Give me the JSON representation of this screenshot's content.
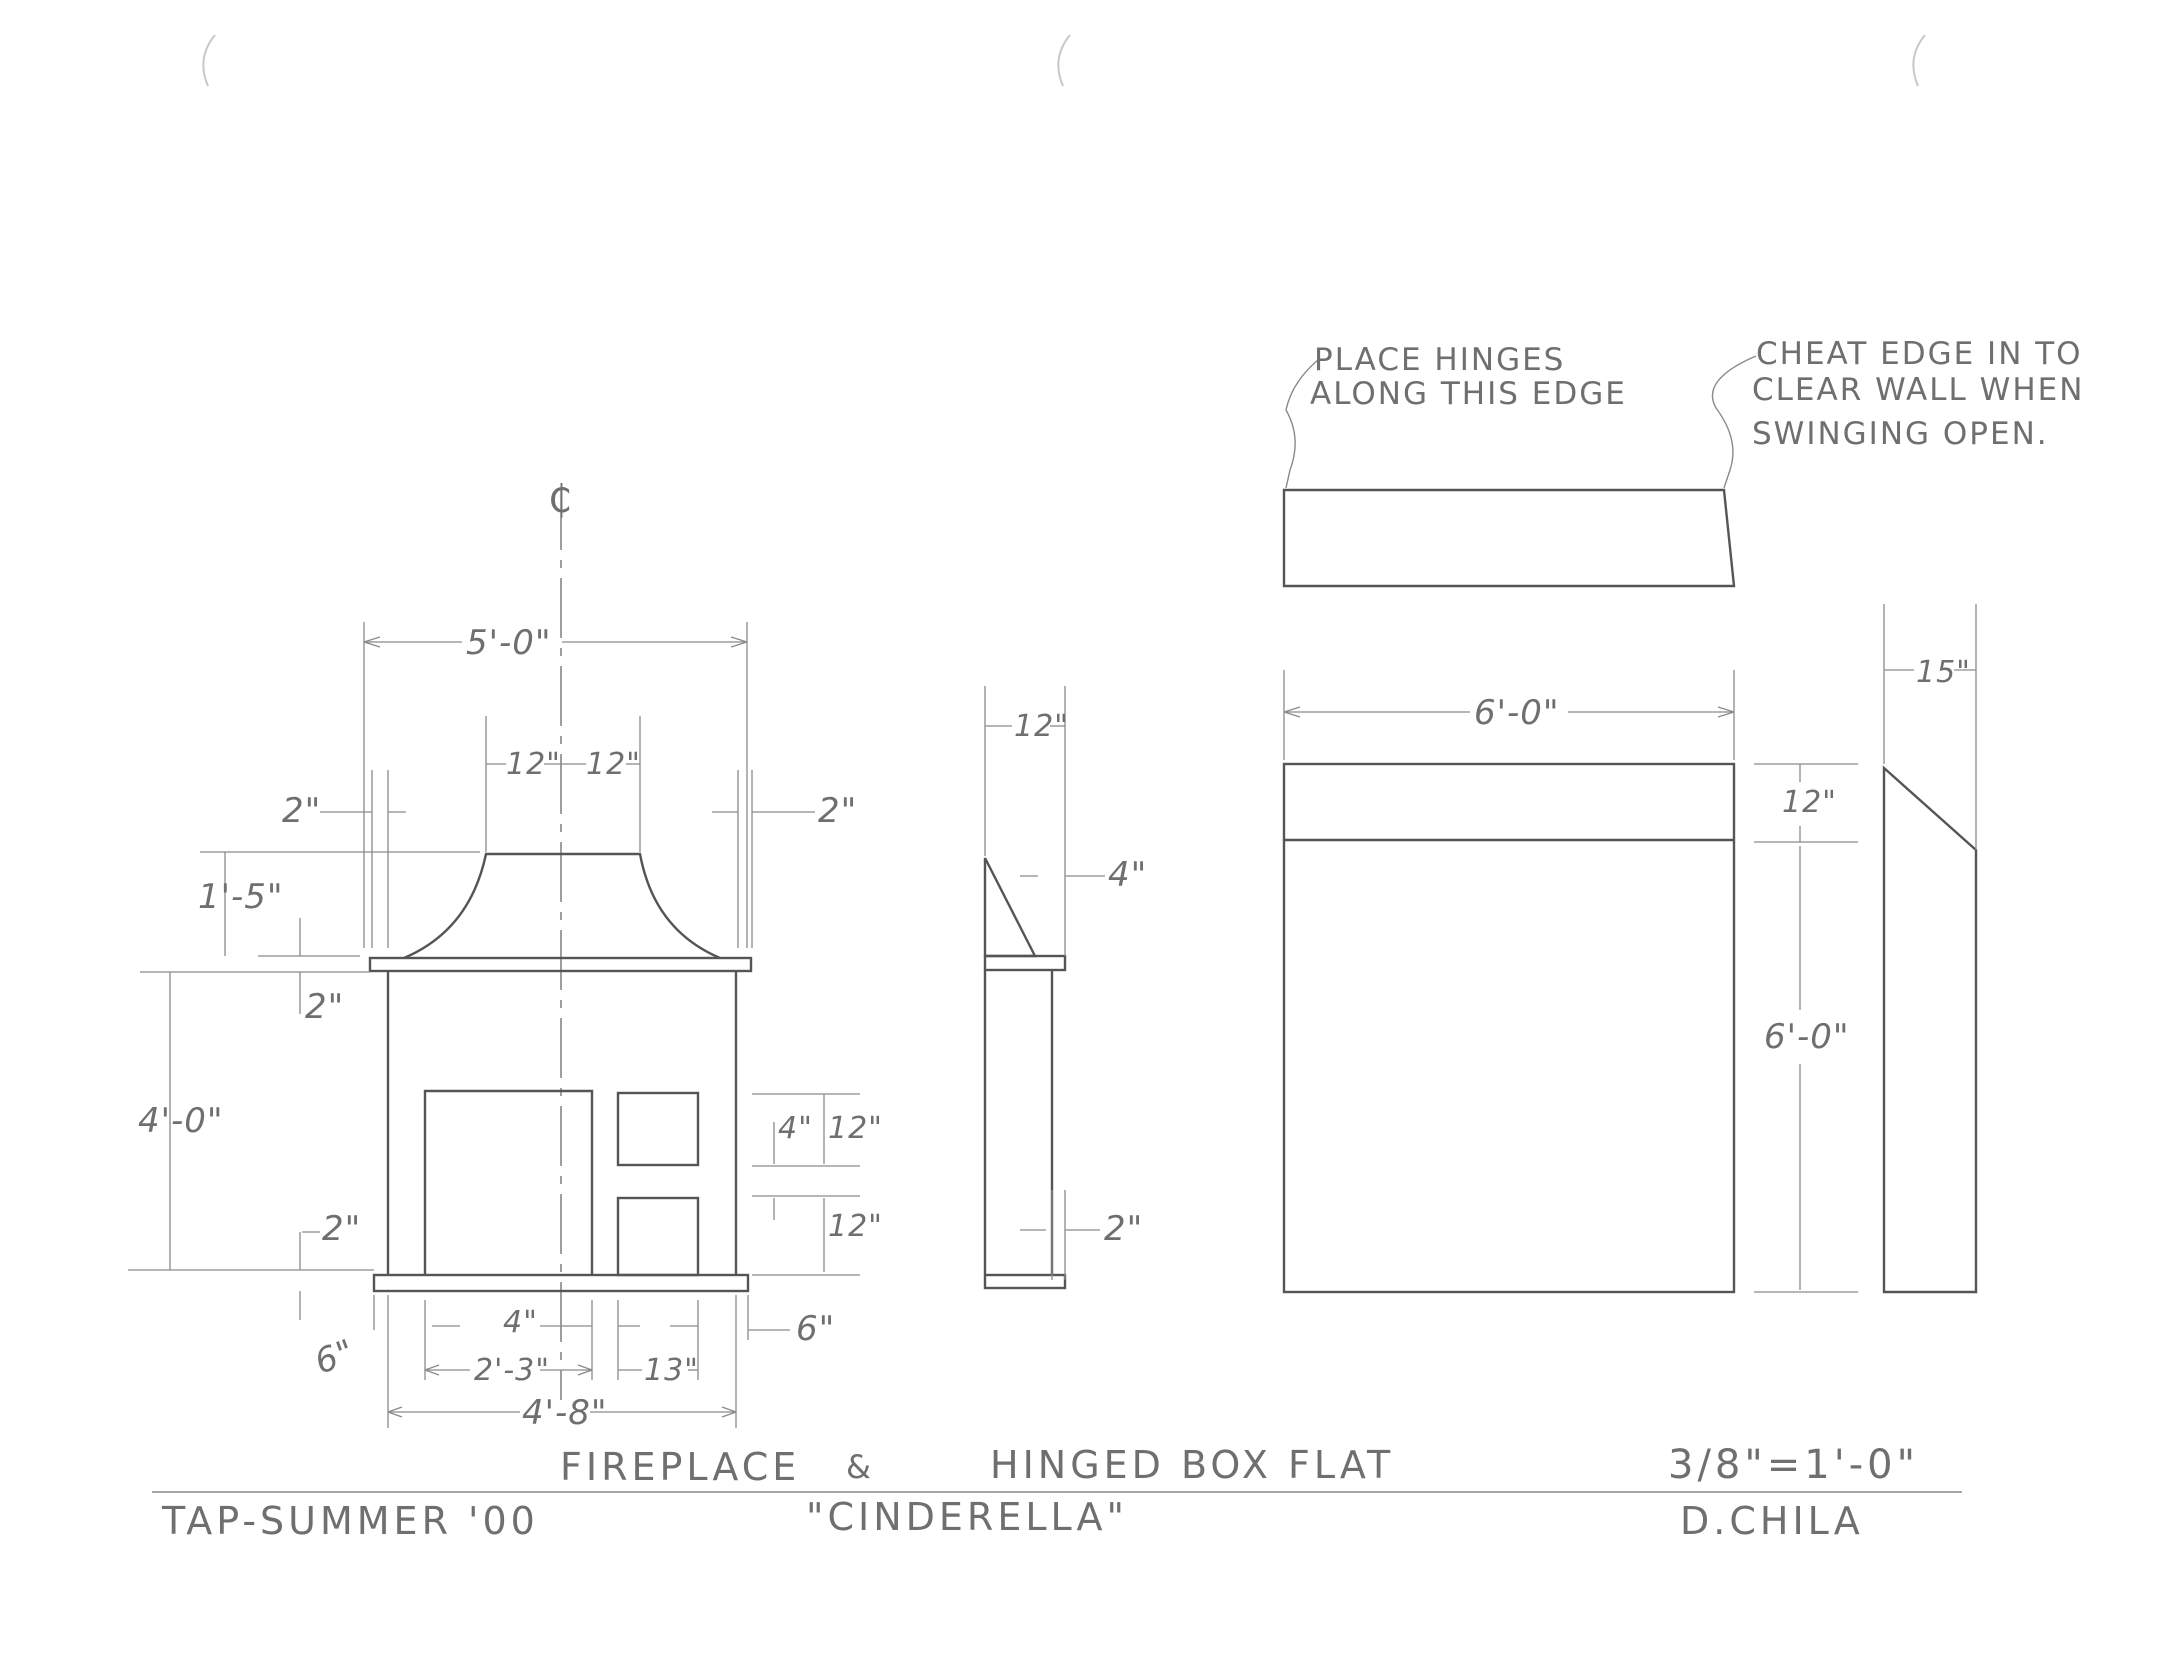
{
  "drawing": {
    "centerline_symbol": "₵",
    "fireplace_front": {
      "overall_width": "5'-0\"",
      "center_left": "12\"",
      "center_right": "12\"",
      "side_left": "2\"",
      "side_right": "2\"",
      "hood_height": "1'-5\"",
      "mantel_thickness": "2\"",
      "body_height": "4'-0\"",
      "hearth_thickness": "2\"",
      "hearth_depth": "6\"",
      "hearth_return": "6\"",
      "opening_inset": "4\"",
      "opening_width": "2'-3\"",
      "panel_width": "13\"",
      "base_width": "4'-8\"",
      "panel_offset": "4\"",
      "panel_top_height": "12\"",
      "panel_bottom_height": "12\""
    },
    "fireplace_side": {
      "depth": "12\"",
      "hood_projection": "4\"",
      "hearth_projection": "2\""
    },
    "box_flat": {
      "plan_note_left": [
        "PLACE HINGES",
        "ALONG THIS EDGE"
      ],
      "plan_note_right": [
        "CHEAT EDGE IN TO",
        "CLEAR WALL WHEN",
        "SWINGING OPEN."
      ],
      "width": "6'-0\"",
      "top_band": "12\"",
      "height": "6'-0\"",
      "side_depth": "15\""
    }
  },
  "title_block": {
    "title_left": "FIREPLACE",
    "title_amp": "&",
    "title_right": "HINGED BOX FLAT",
    "scale": "3/8\"=1'-0\"",
    "company": "TAP-SUMMER '00",
    "show": "\"CINDERELLA\"",
    "designer": "D.CHILA"
  }
}
